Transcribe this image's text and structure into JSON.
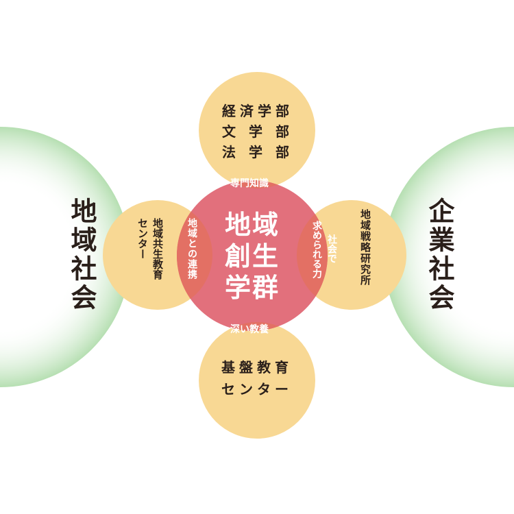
{
  "center": {
    "line1": "地域",
    "line2": "創生",
    "line3": "学群"
  },
  "overlaps": {
    "top": "専門知識",
    "bottom": "深い教養",
    "left": "地域との連携",
    "right_line1": "社会で",
    "right_line2": "求められる力"
  },
  "satellites": {
    "top": [
      "経済学部",
      "文 学 部",
      "法 学 部"
    ],
    "bottom": [
      "基盤教育",
      "センター"
    ],
    "left_line1": "地域共生教育",
    "left_line2": "センター",
    "right": "地域戦略研究所"
  },
  "societies": {
    "left": "地域社会",
    "right": "企業社会"
  },
  "colors": {
    "satellite": "#f8d894",
    "center": "#e2707c",
    "overlap": "#e37064",
    "society": "#b6dfb2"
  }
}
